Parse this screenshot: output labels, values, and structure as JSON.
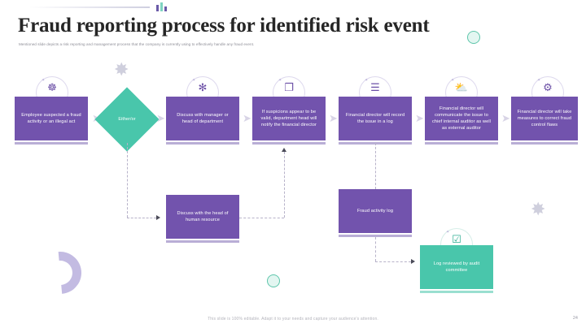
{
  "header": {
    "title": "Fraud reporting process for identified risk event",
    "subtitle": "Mentioned slide depicts a risk reporting and management process that the company is currently using to effectively handle any fraud event."
  },
  "footer": {
    "note": "This slide is 100% editable. Adapt it to your needs and capture your audience's attention.",
    "page_number": "24"
  },
  "colors": {
    "primary_purple": "#7253ad",
    "accent_teal": "#49c6ab",
    "shadow_purple": "#b9aed6",
    "title_text": "#262626",
    "muted_text": "#8d8d96"
  },
  "flow": {
    "main_steps": [
      {
        "id": "step-1",
        "label": "Employee suspected a fraud activity or an illegal act",
        "icon": "magnifier-fraud-icon",
        "color": "#7253ad"
      },
      {
        "id": "step-2",
        "label": "Discuss with manager or head of department",
        "icon": "people-discussion-icon",
        "color": "#7253ad"
      },
      {
        "id": "step-3",
        "label": "If suspicions appear to be valid, department head will notify the financial director",
        "icon": "documents-icon",
        "color": "#7253ad"
      },
      {
        "id": "step-4",
        "label": "Financial director will record the issue in a log",
        "icon": "logbook-icon",
        "color": "#7253ad"
      },
      {
        "id": "step-5",
        "label": "Financial director will communicate the issue to chief internal auditor as well as external auditor",
        "icon": "two-persons-icon",
        "color": "#7253ad"
      },
      {
        "id": "step-6",
        "label": "Financial director will take measures to correct fraud control flaws",
        "icon": "gear-settings-icon",
        "color": "#7253ad"
      }
    ],
    "decision": {
      "id": "decision-either-or",
      "label": "Either/or",
      "shape": "diamond",
      "color": "#49c6ab"
    },
    "branch_steps": [
      {
        "id": "step-hr",
        "label": "Discuss with the head of human resource",
        "color": "#7253ad"
      },
      {
        "id": "step-log",
        "label": "Fraud activity log",
        "color": "#7253ad"
      },
      {
        "id": "step-audit",
        "label": "Log reviewed by audit committee",
        "icon": "clipboard-check-icon",
        "color": "#49c6ab"
      }
    ]
  },
  "icons": {
    "magnifier_fraud": "☸",
    "people_discussion": "✻",
    "documents": "❐",
    "logbook": "☰",
    "two_persons": "⛅",
    "gear_settings": "⚙",
    "clipboard_check": "☑",
    "asterisk": "✸",
    "spark": "✦"
  }
}
